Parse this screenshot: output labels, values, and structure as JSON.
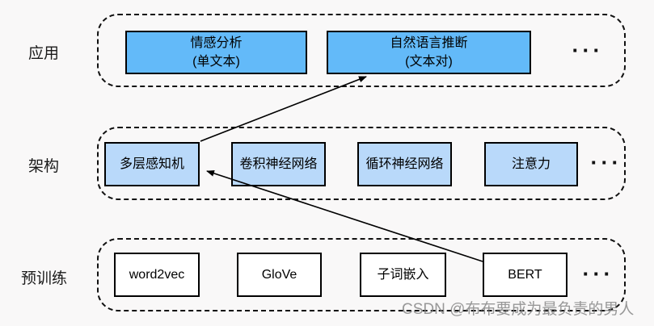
{
  "diagram": {
    "watermark": "CSDN @布布要成为最负责的男人",
    "colors": {
      "background": "#f9f8f8",
      "application_box_fill": "#63baf9",
      "architecture_box_fill": "#b9d9fa",
      "pretraining_box_fill": "#ffffff",
      "box_border": "#000000",
      "dashed_border": "#111111",
      "watermark_text": "#9a9a9a"
    },
    "rows": [
      {
        "label": "应用",
        "ellipsis": "···",
        "boxes": [
          {
            "line1": "情感分析",
            "line2": "(单文本)"
          },
          {
            "line1": "自然语言推断",
            "line2": "(文本对)"
          }
        ]
      },
      {
        "label": "架构",
        "ellipsis": "···",
        "boxes": [
          {
            "line1": "多层感知机"
          },
          {
            "line1": "卷积神经网络"
          },
          {
            "line1": "循环神经网络"
          },
          {
            "line1": "注意力"
          }
        ]
      },
      {
        "label": "预训练",
        "ellipsis": "···",
        "boxes": [
          {
            "line1": "word2vec"
          },
          {
            "line1": "GloVe"
          },
          {
            "line1": "子词嵌入"
          },
          {
            "line1": "BERT"
          }
        ]
      }
    ],
    "arrows": [
      {
        "from": "BERT",
        "to": "多层感知机"
      },
      {
        "from": "多层感知机",
        "to": "自然语言推断 (文本对)"
      }
    ]
  }
}
